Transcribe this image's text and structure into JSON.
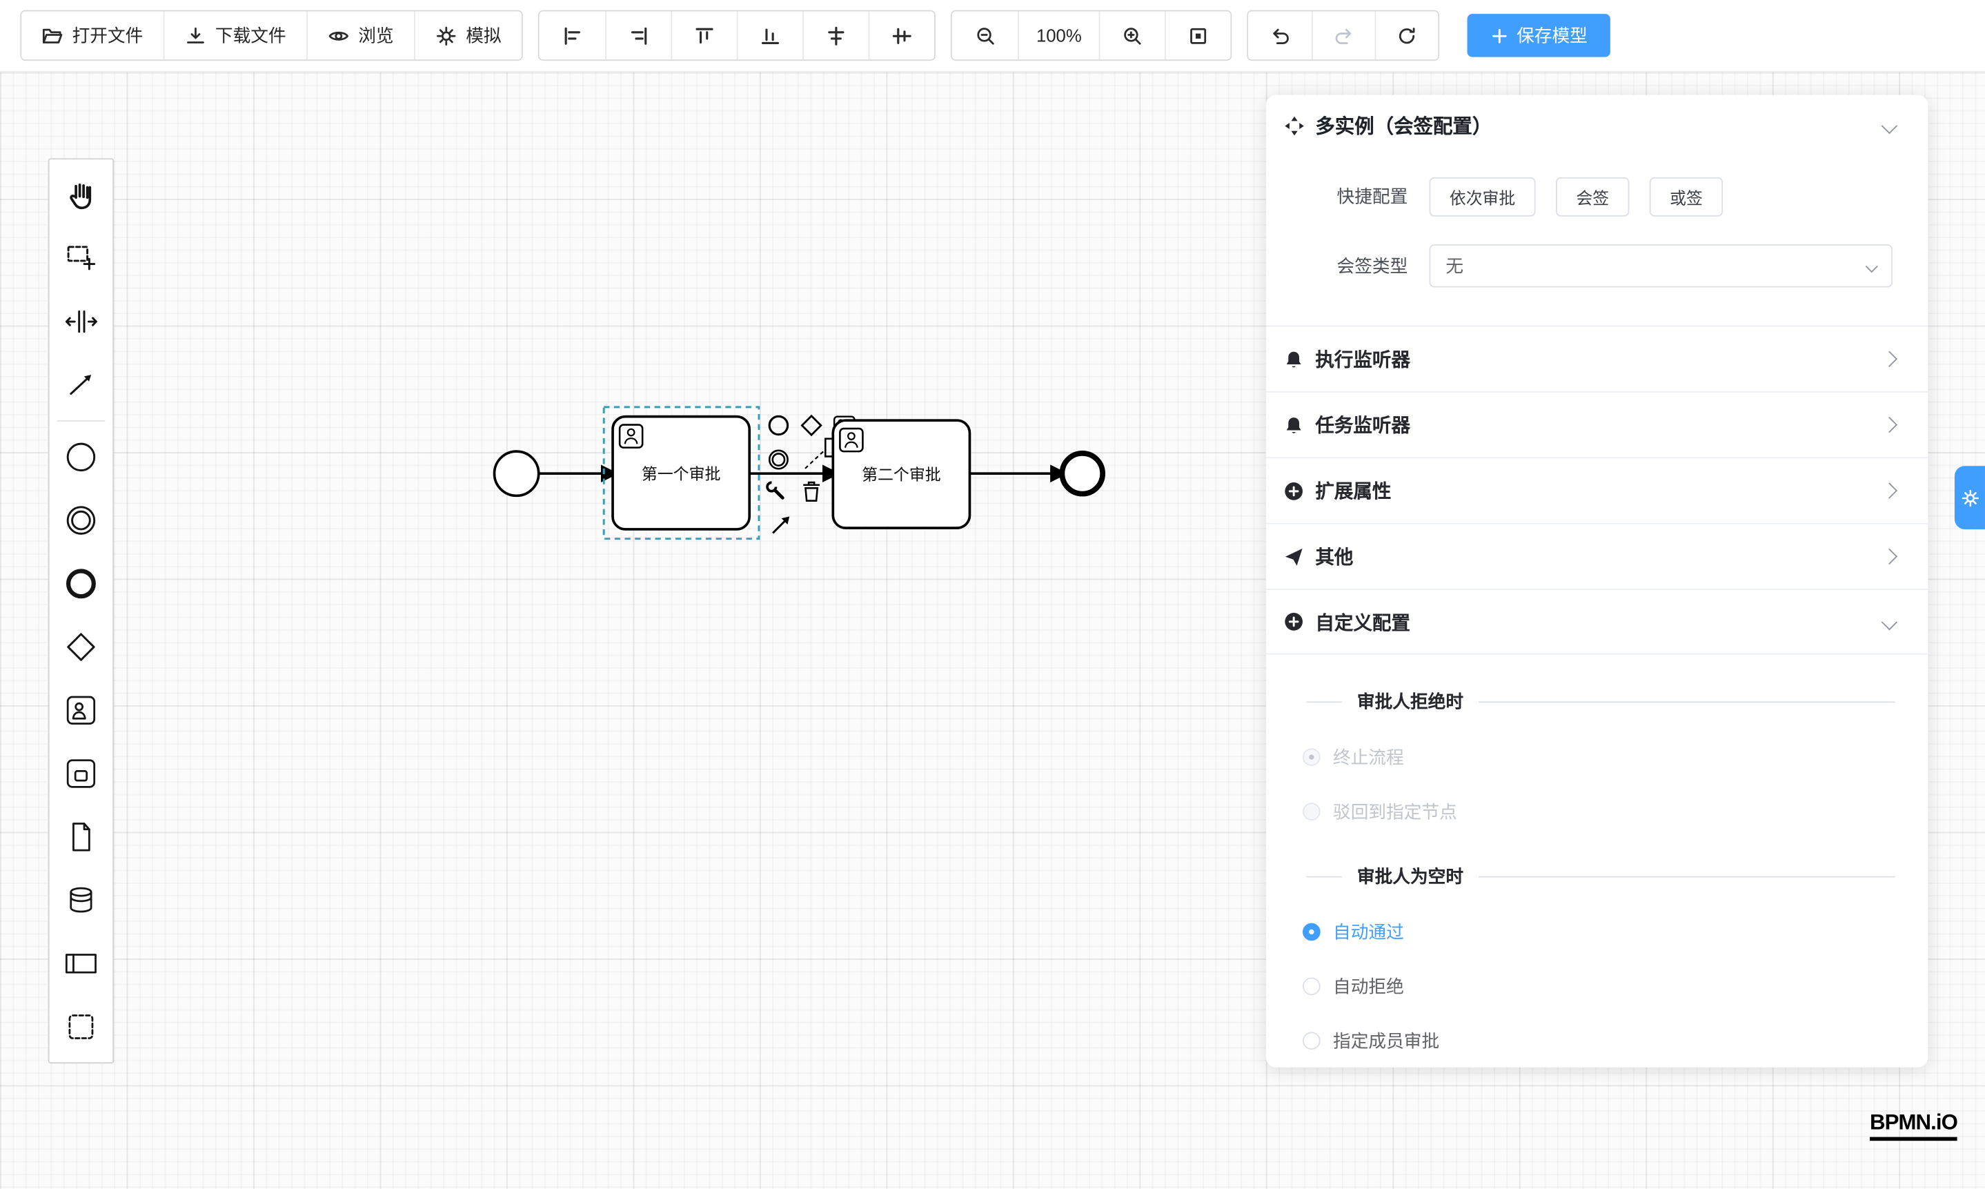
{
  "toolbar": {
    "open_file": "打开文件",
    "download_file": "下载文件",
    "preview": "浏览",
    "simulate": "模拟",
    "zoom_level": "100%",
    "save_model": "保存模型"
  },
  "palette": {
    "tools": [
      "hand-tool",
      "lasso-tool",
      "space-tool",
      "global-connect-tool"
    ],
    "elements": [
      "start-event",
      "intermediate-event",
      "end-event",
      "gateway",
      "user-task",
      "sub-process",
      "file",
      "data-store",
      "participant-pool",
      "group"
    ]
  },
  "diagram": {
    "task1": "第一个审批",
    "task2": "第二个审批"
  },
  "panel": {
    "title": "多实例（会签配置）",
    "quick_config": {
      "label": "快捷配置",
      "options": [
        "依次审批",
        "会签",
        "或签"
      ]
    },
    "sign_type": {
      "label": "会签类型",
      "value": "无"
    },
    "sections": [
      {
        "label": "执行监听器",
        "icon": "bell"
      },
      {
        "label": "任务监听器",
        "icon": "bell"
      },
      {
        "label": "扩展属性",
        "icon": "plus-circle"
      },
      {
        "label": "其他",
        "icon": "send"
      },
      {
        "label": "自定义配置",
        "icon": "plus-circle"
      }
    ],
    "approver_reject": {
      "title": "审批人拒绝时",
      "options": [
        {
          "label": "终止流程",
          "selected": true,
          "disabled": true
        },
        {
          "label": "驳回到指定节点",
          "selected": false,
          "disabled": true
        }
      ]
    },
    "approver_empty": {
      "title": "审批人为空时",
      "options": [
        {
          "label": "自动通过",
          "selected": true
        },
        {
          "label": "自动拒绝",
          "selected": false
        },
        {
          "label": "指定成员审批",
          "selected": false
        }
      ]
    }
  },
  "watermark": "BPMN.iO",
  "colors": {
    "accent": "#409eff",
    "selection": "#3a9cb5",
    "disabled_text": "#c0c4cc"
  }
}
